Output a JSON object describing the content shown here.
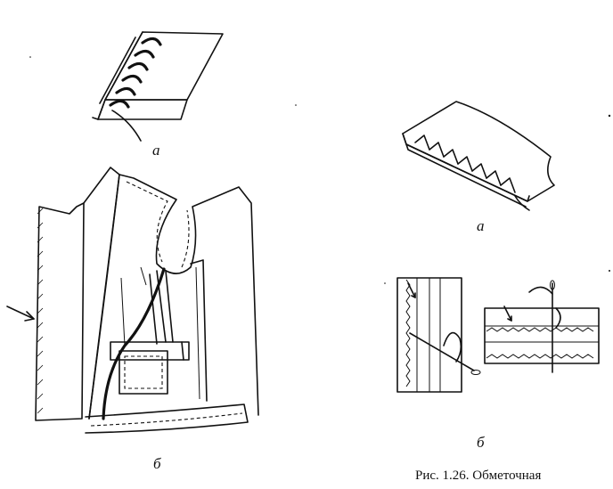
{
  "labels": {
    "fig_top_left": "а",
    "fig_bottom_left": "б",
    "fig_top_right": "а",
    "fig_bottom_right": "б"
  },
  "caption": "Рис. 1.26. Обметочная"
}
